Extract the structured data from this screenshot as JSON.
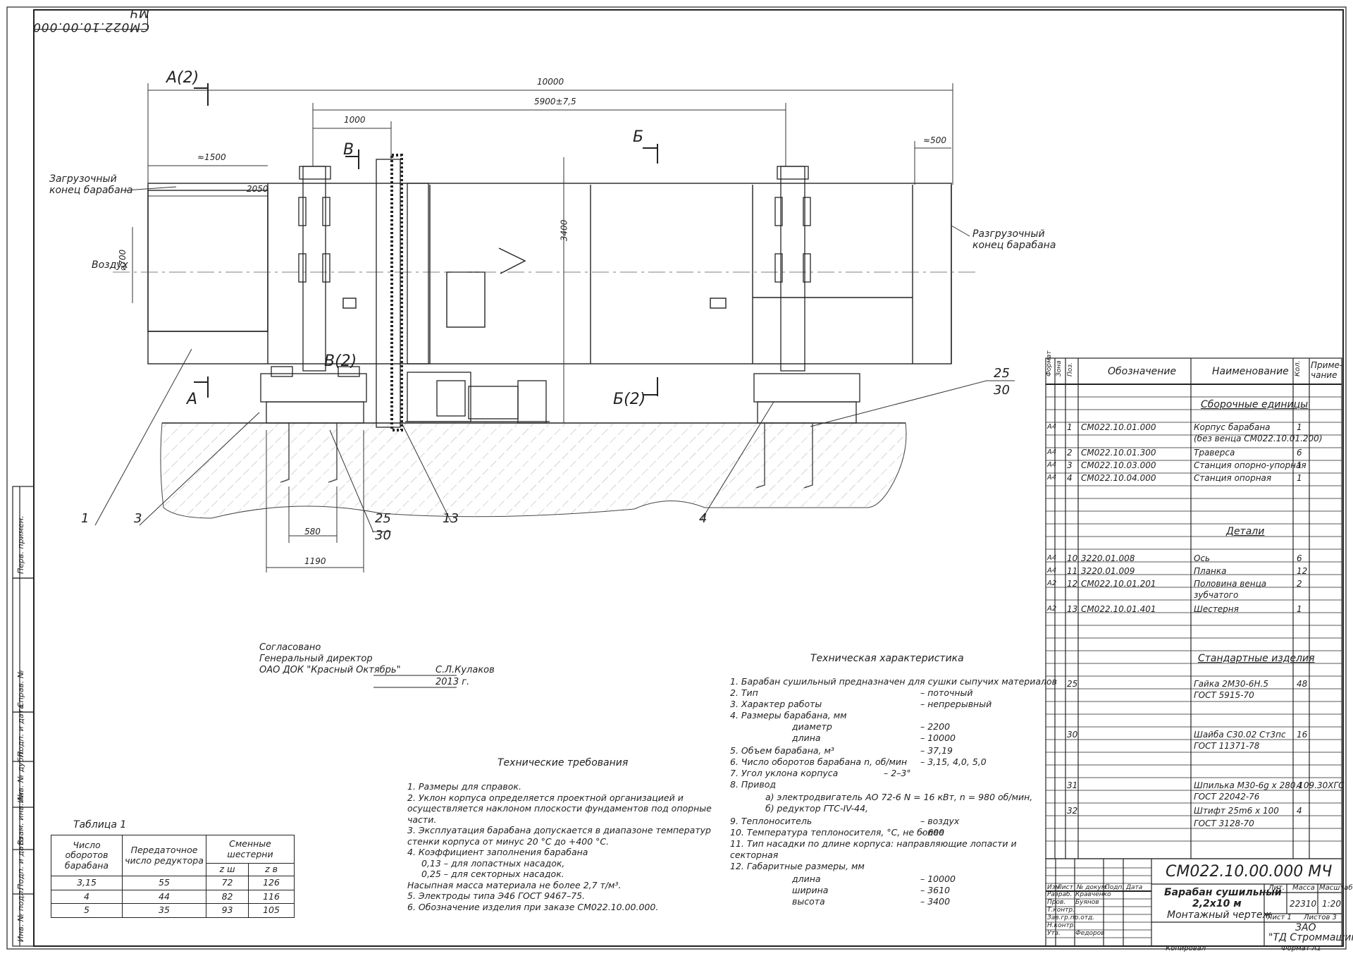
{
  "title_stamp": "СМ022.10.00.000 МЧ",
  "views": {
    "section_labels": [
      "А(2)",
      "В",
      "Б",
      "В(2)",
      "А",
      "Б(2)"
    ],
    "dimensions": [
      "10000",
      "5900±7,5",
      "1000",
      "≈1500",
      "2050",
      "≈500",
      "3400",
      "580",
      "1190"
    ],
    "annotations": {
      "load_end": "Загрузочный конец барабана",
      "unload_end": "Разгрузочный конец барабана",
      "air": "Воздух",
      "air_dia": "⌀700"
    },
    "callouts": [
      "1",
      "3",
      "25",
      "30",
      "13",
      "4",
      "25",
      "30"
    ]
  },
  "approval": {
    "line1": "Согласовано",
    "line2": "Генеральный директор",
    "line3": "ОАО ДОК \"Красный Октябрь\"",
    "signer": "С.Л.Кулаков",
    "year": "2013 г."
  },
  "tech_requirements": {
    "title": "Технические требования",
    "items": [
      "1. Размеры для справок.",
      "2. Уклон корпуса определяется проектной организацией и",
      "осуществляется наклоном плоскости фундаментов под опорные",
      "части.",
      "3. Эксплуатация барабана допускается в диапазоне температур",
      "стенки корпуса от минус 20 °С до +400 °С.",
      "4. Коэффициент заполнения барабана",
      "0,13 – для лопастных насадок,",
      "0,25 – для секторных насадок.",
      "Насыпная масса материала не более 2,7 т/м³.",
      "5. Электроды типа Э46 ГОСТ 9467–75.",
      "6. Обозначение изделия при заказе СМ022.10.00.000."
    ]
  },
  "tech_characteristics": {
    "title": "Техническая характеристика",
    "rows": [
      [
        "1. Барабан сушильный предназначен для сушки сыпучих материалов",
        ""
      ],
      [
        "2. Тип",
        "– поточный"
      ],
      [
        "3. Характер работы",
        "– непрерывный"
      ],
      [
        "4. Размеры барабана, мм",
        ""
      ],
      [
        "диаметр",
        "– 2200"
      ],
      [
        "длина",
        "– 10000"
      ],
      [
        "5. Объем барабана, м³",
        "– 37,19"
      ],
      [
        "6. Число оборотов барабана n, об/мин",
        "– 3,15,   4,0,   5,0"
      ],
      [
        "7. Угол уклона корпуса",
        "– 2–3°"
      ],
      [
        "8. Привод",
        ""
      ],
      [
        "а) электродвигатель АО 72-6 N = 16 кВт, n = 980 об/мин,",
        ""
      ],
      [
        "б) редуктор ГТС-IV-44,",
        ""
      ],
      [
        "9. Теплоноситель",
        "– воздух"
      ],
      [
        "10. Температура теплоносителя, °С, не более",
        "– 600"
      ],
      [
        "11. Тип насадки по длине корпуса: направляющие лопасти и",
        ""
      ],
      [
        "секторная",
        ""
      ],
      [
        "12. Габаритные размеры, мм",
        ""
      ],
      [
        "длина",
        "– 10000"
      ],
      [
        "ширина",
        "– 3610"
      ],
      [
        "высота",
        "– 3400"
      ]
    ]
  },
  "table1": {
    "caption": "Таблица 1",
    "headers": [
      "Число оборотов барабана",
      "Передаточное число редуктора",
      "Сменные шестерни"
    ],
    "subheaders": [
      "z ш",
      "z в"
    ],
    "rows": [
      [
        "3,15",
        "55",
        "72",
        "126"
      ],
      [
        "4",
        "44",
        "82",
        "116"
      ],
      [
        "5",
        "35",
        "93",
        "105"
      ]
    ]
  },
  "spec": {
    "headers": [
      "Формат",
      "Зона",
      "Поз.",
      "Обозначение",
      "Наименование",
      "Кол.",
      "Приме-чание"
    ],
    "sections": {
      "assemblies": "Сборочные единицы",
      "details": "Детали",
      "standard": "Стандартные изделия"
    },
    "rows": [
      {
        "fmt": "А4",
        "pos": "1",
        "des": "СМ022.10.01.000",
        "name": "Корпус барабана",
        "qty": "1"
      },
      {
        "fmt": "",
        "pos": "",
        "des": "",
        "name": "(без венца СМ022.10.01.200)",
        "qty": ""
      },
      {
        "fmt": "А4",
        "pos": "2",
        "des": "СМ022.10.01.300",
        "name": "Траверса",
        "qty": "6"
      },
      {
        "fmt": "А4",
        "pos": "3",
        "des": "СМ022.10.03.000",
        "name": "Станция опорно-упорная",
        "qty": "1"
      },
      {
        "fmt": "А4",
        "pos": "4",
        "des": "СМ022.10.04.000",
        "name": "Станция опорная",
        "qty": "1"
      },
      {
        "fmt": "А4",
        "pos": "10",
        "des": "3220.01.008",
        "name": "Ось",
        "qty": "6"
      },
      {
        "fmt": "А4",
        "pos": "11",
        "des": "3220.01.009",
        "name": "Планка",
        "qty": "12"
      },
      {
        "fmt": "А2",
        "pos": "12",
        "des": "СМ022.10.01.201",
        "name": "Половина венца",
        "qty": "2"
      },
      {
        "fmt": "",
        "pos": "",
        "des": "",
        "name": "зубчатого",
        "qty": ""
      },
      {
        "fmt": "А2",
        "pos": "13",
        "des": "СМ022.10.01.401",
        "name": "Шестерня",
        "qty": "1"
      },
      {
        "fmt": "",
        "pos": "25",
        "des": "",
        "name": "Гайка 2М30-6Н.5",
        "qty": "48"
      },
      {
        "fmt": "",
        "pos": "",
        "des": "",
        "name": "ГОСТ 5915-70",
        "qty": ""
      },
      {
        "fmt": "",
        "pos": "30",
        "des": "",
        "name": "Шайба С30.02 Ст3пс",
        "qty": "16"
      },
      {
        "fmt": "",
        "pos": "",
        "des": "",
        "name": "ГОСТ 11371-78",
        "qty": ""
      },
      {
        "fmt": "",
        "pos": "31",
        "des": "",
        "name": "Шпилька М30-6g х 280.109.30ХГС",
        "qty": "4"
      },
      {
        "fmt": "",
        "pos": "",
        "des": "",
        "name": "ГОСТ 22042-76",
        "qty": ""
      },
      {
        "fmt": "",
        "pos": "32",
        "des": "",
        "name": "Штифт 25m6 x 100",
        "qty": "4"
      },
      {
        "fmt": "",
        "pos": "",
        "des": "",
        "name": "ГОСТ 3128-70",
        "qty": ""
      }
    ]
  },
  "title_block": {
    "code": "СМ022.10.00.000 МЧ",
    "name1": "Барабан сушильный",
    "name2": "2,2x10 м",
    "doc_type": "Монтажный чертеж",
    "col_lit": "Лит.",
    "col_mass": "Масса",
    "col_scale": "Масштаб",
    "mass": "22310",
    "scale": "1:20",
    "sheet": "Лист  1",
    "sheets": "Листов  3",
    "org1": "ЗАО",
    "org2": "\"ТД Строммашина\"",
    "roles": [
      "Изм",
      "Лист",
      "№ докум.",
      "Подп.",
      "Дата"
    ],
    "staff": [
      [
        "Разраб.",
        "Кравченко"
      ],
      [
        "Пров.",
        "Буянов"
      ],
      [
        "Т.контр.",
        ""
      ],
      [
        "Зав.гр.пр.отд.",
        ""
      ],
      [
        "Н.контр.",
        ""
      ],
      [
        "Утв.",
        "Федоров"
      ]
    ],
    "copied": "Копировал",
    "format": "Формат  А1"
  },
  "side_stamps": [
    "Перв. примен.",
    "Справ. №",
    "Подп. и дата",
    "Инв. № дубл.",
    "Взам. инв. №",
    "Подп. и дата",
    "Инв. № подл."
  ]
}
